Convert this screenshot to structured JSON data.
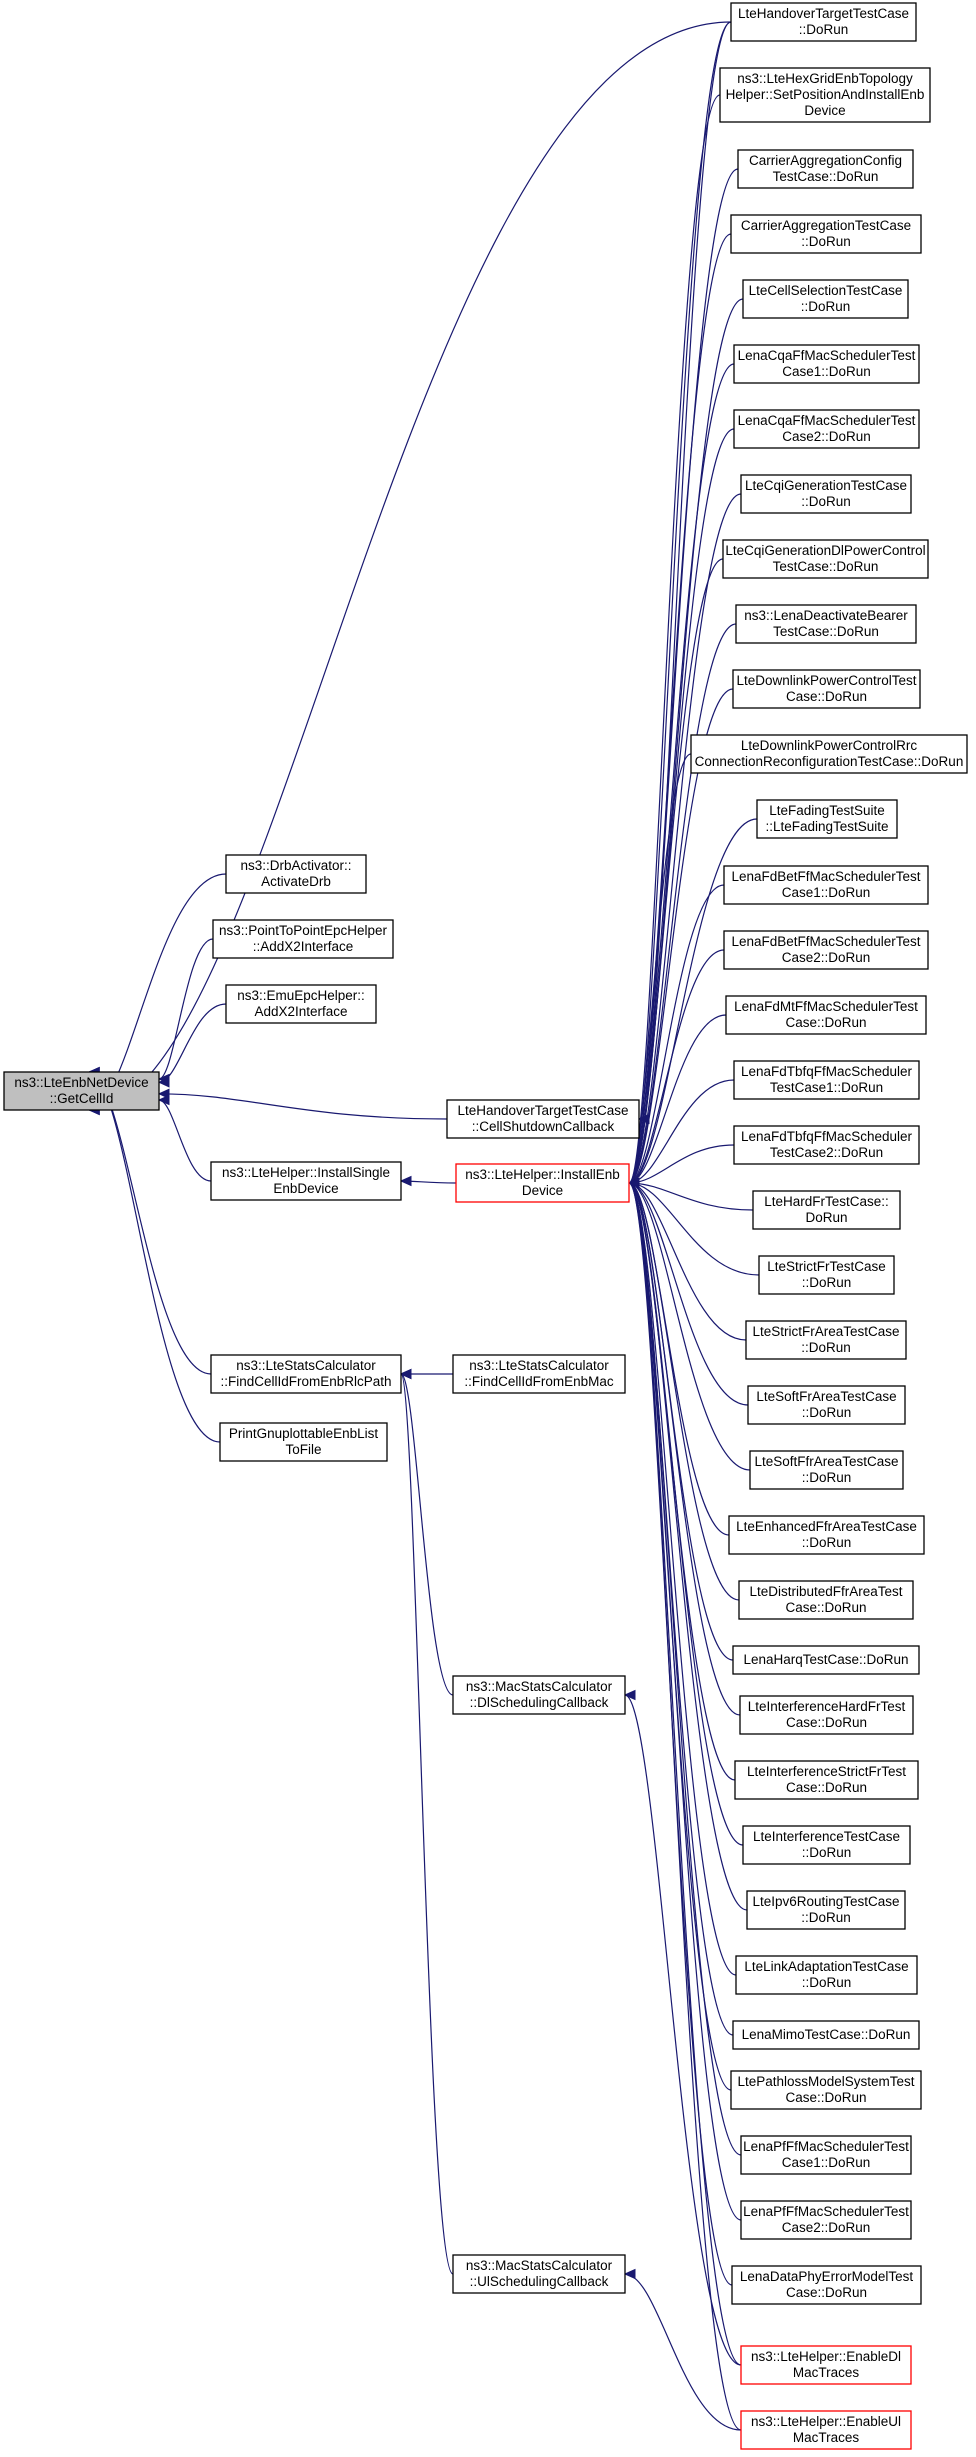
{
  "root": {
    "id": "getcellid",
    "lines": [
      "ns3::LteEnbNetDevice",
      "::GetCellId"
    ],
    "style": "root"
  },
  "nodes": [
    {
      "id": "drbactivator",
      "lines": [
        "ns3::DrbActivator::",
        "ActivateDrb"
      ],
      "style": "normal"
    },
    {
      "id": "p2p",
      "lines": [
        "ns3::PointToPointEpcHelper",
        "::AddX2Interface"
      ],
      "style": "normal"
    },
    {
      "id": "emu",
      "lines": [
        "ns3::EmuEpcHelper::",
        "AddX2Interface"
      ],
      "style": "normal"
    },
    {
      "id": "installsingle",
      "lines": [
        "ns3::LteHelper::InstallSingle",
        "EnbDevice"
      ],
      "style": "normal"
    },
    {
      "id": "findrlc",
      "lines": [
        "ns3::LteStatsCalculator",
        "::FindCellIdFromEnbRlcPath"
      ],
      "style": "normal"
    },
    {
      "id": "printgnu",
      "lines": [
        "PrintGnuplottableEnbList",
        "ToFile"
      ],
      "style": "normal"
    },
    {
      "id": "handovercb",
      "lines": [
        "LteHandoverTargetTestCase",
        "::CellShutdownCallback"
      ],
      "style": "normal"
    },
    {
      "id": "installenb",
      "lines": [
        "ns3::LteHelper::InstallEnb",
        "Device"
      ],
      "style": "red"
    },
    {
      "id": "findmac",
      "lines": [
        "ns3::LteStatsCalculator",
        "::FindCellIdFromEnbMac"
      ],
      "style": "normal"
    },
    {
      "id": "dlsched",
      "lines": [
        "ns3::MacStatsCalculator",
        "::DlSchedulingCallback"
      ],
      "style": "normal"
    },
    {
      "id": "ulsched",
      "lines": [
        "ns3::MacStatsCalculator",
        "::UlSchedulingCallback"
      ],
      "style": "normal"
    },
    {
      "id": "c1",
      "lines": [
        "LteHandoverTargetTestCase",
        "::DoRun"
      ],
      "style": "normal"
    },
    {
      "id": "c2",
      "lines": [
        "ns3::LteHexGridEnbTopology",
        "Helper::SetPositionAndInstallEnb",
        "Device"
      ],
      "style": "normal"
    },
    {
      "id": "c3",
      "lines": [
        "CarrierAggregationConfig",
        "TestCase::DoRun"
      ],
      "style": "normal"
    },
    {
      "id": "c4",
      "lines": [
        "CarrierAggregationTestCase",
        "::DoRun"
      ],
      "style": "normal"
    },
    {
      "id": "c5",
      "lines": [
        "LteCellSelectionTestCase",
        "::DoRun"
      ],
      "style": "normal"
    },
    {
      "id": "c6",
      "lines": [
        "LenaCqaFfMacSchedulerTest",
        "Case1::DoRun"
      ],
      "style": "normal"
    },
    {
      "id": "c7",
      "lines": [
        "LenaCqaFfMacSchedulerTest",
        "Case2::DoRun"
      ],
      "style": "normal"
    },
    {
      "id": "c8",
      "lines": [
        "LteCqiGenerationTestCase",
        "::DoRun"
      ],
      "style": "normal"
    },
    {
      "id": "c9",
      "lines": [
        "LteCqiGenerationDlPowerControl",
        "TestCase::DoRun"
      ],
      "style": "normal"
    },
    {
      "id": "c10",
      "lines": [
        "ns3::LenaDeactivateBearer",
        "TestCase::DoRun"
      ],
      "style": "normal"
    },
    {
      "id": "c11",
      "lines": [
        "LteDownlinkPowerControlTest",
        "Case::DoRun"
      ],
      "style": "normal"
    },
    {
      "id": "c12",
      "lines": [
        "LteDownlinkPowerControlRrc",
        "ConnectionReconfigurationTestCase::DoRun"
      ],
      "style": "normal"
    },
    {
      "id": "c13",
      "lines": [
        "LteFadingTestSuite",
        "::LteFadingTestSuite"
      ],
      "style": "normal"
    },
    {
      "id": "c14",
      "lines": [
        "LenaFdBetFfMacSchedulerTest",
        "Case1::DoRun"
      ],
      "style": "normal"
    },
    {
      "id": "c15",
      "lines": [
        "LenaFdBetFfMacSchedulerTest",
        "Case2::DoRun"
      ],
      "style": "normal"
    },
    {
      "id": "c16",
      "lines": [
        "LenaFdMtFfMacSchedulerTest",
        "Case::DoRun"
      ],
      "style": "normal"
    },
    {
      "id": "c17",
      "lines": [
        "LenaFdTbfqFfMacScheduler",
        "TestCase1::DoRun"
      ],
      "style": "normal"
    },
    {
      "id": "c18",
      "lines": [
        "LenaFdTbfqFfMacScheduler",
        "TestCase2::DoRun"
      ],
      "style": "normal"
    },
    {
      "id": "c19",
      "lines": [
        "LteHardFrTestCase::",
        "DoRun"
      ],
      "style": "normal"
    },
    {
      "id": "c20",
      "lines": [
        "LteStrictFrTestCase",
        "::DoRun"
      ],
      "style": "normal"
    },
    {
      "id": "c21",
      "lines": [
        "LteStrictFrAreaTestCase",
        "::DoRun"
      ],
      "style": "normal"
    },
    {
      "id": "c22",
      "lines": [
        "LteSoftFrAreaTestCase",
        "::DoRun"
      ],
      "style": "normal"
    },
    {
      "id": "c23",
      "lines": [
        "LteSoftFfrAreaTestCase",
        "::DoRun"
      ],
      "style": "normal"
    },
    {
      "id": "c24",
      "lines": [
        "LteEnhancedFfrAreaTestCase",
        "::DoRun"
      ],
      "style": "normal"
    },
    {
      "id": "c25",
      "lines": [
        "LteDistributedFfrAreaTest",
        "Case::DoRun"
      ],
      "style": "normal"
    },
    {
      "id": "c26",
      "lines": [
        "LenaHarqTestCase::DoRun"
      ],
      "style": "normal"
    },
    {
      "id": "c27",
      "lines": [
        "LteInterferenceHardFrTest",
        "Case::DoRun"
      ],
      "style": "normal"
    },
    {
      "id": "c28",
      "lines": [
        "LteInterferenceStrictFrTest",
        "Case::DoRun"
      ],
      "style": "normal"
    },
    {
      "id": "c29",
      "lines": [
        "LteInterferenceTestCase",
        "::DoRun"
      ],
      "style": "normal"
    },
    {
      "id": "c30",
      "lines": [
        "LteIpv6RoutingTestCase",
        "::DoRun"
      ],
      "style": "normal"
    },
    {
      "id": "c31",
      "lines": [
        "LteLinkAdaptationTestCase",
        "::DoRun"
      ],
      "style": "normal"
    },
    {
      "id": "c32",
      "lines": [
        "LenaMimoTestCase::DoRun"
      ],
      "style": "normal"
    },
    {
      "id": "c33",
      "lines": [
        "LtePathlossModelSystemTest",
        "Case::DoRun"
      ],
      "style": "normal"
    },
    {
      "id": "c34",
      "lines": [
        "LenaPfFfMacSchedulerTest",
        "Case1::DoRun"
      ],
      "style": "normal"
    },
    {
      "id": "c35",
      "lines": [
        "LenaPfFfMacSchedulerTest",
        "Case2::DoRun"
      ],
      "style": "normal"
    },
    {
      "id": "c36",
      "lines": [
        "LenaDataPhyErrorModelTest",
        "Case::DoRun"
      ],
      "style": "normal"
    },
    {
      "id": "c37",
      "lines": [
        "ns3::LteHelper::EnableDl",
        "MacTraces"
      ],
      "style": "red"
    },
    {
      "id": "c38",
      "lines": [
        "ns3::LteHelper::EnableUl",
        "MacTraces"
      ],
      "style": "red"
    }
  ],
  "edges": [
    {
      "from": "drbactivator",
      "to": "getcellid"
    },
    {
      "from": "p2p",
      "to": "getcellid"
    },
    {
      "from": "emu",
      "to": "getcellid"
    },
    {
      "from": "installsingle",
      "to": "getcellid"
    },
    {
      "from": "findrlc",
      "to": "getcellid"
    },
    {
      "from": "printgnu",
      "to": "getcellid"
    },
    {
      "from": "handovercb",
      "to": "getcellid"
    },
    {
      "from": "c1",
      "to": "getcellid"
    },
    {
      "from": "installenb",
      "to": "installsingle"
    },
    {
      "from": "findmac",
      "to": "findrlc"
    },
    {
      "from": "dlsched",
      "to": "findrlc"
    },
    {
      "from": "ulsched",
      "to": "findrlc"
    },
    {
      "from": "c1",
      "to": "handovercb"
    },
    {
      "from": "c37",
      "to": "dlsched"
    },
    {
      "from": "c38",
      "to": "ulsched"
    },
    {
      "from": "c1",
      "to": "installenb"
    },
    {
      "from": "c2",
      "to": "installenb"
    },
    {
      "from": "c3",
      "to": "installenb"
    },
    {
      "from": "c4",
      "to": "installenb"
    },
    {
      "from": "c5",
      "to": "installenb"
    },
    {
      "from": "c6",
      "to": "installenb"
    },
    {
      "from": "c7",
      "to": "installenb"
    },
    {
      "from": "c8",
      "to": "installenb"
    },
    {
      "from": "c9",
      "to": "installenb"
    },
    {
      "from": "c10",
      "to": "installenb"
    },
    {
      "from": "c11",
      "to": "installenb"
    },
    {
      "from": "c12",
      "to": "installenb"
    },
    {
      "from": "c13",
      "to": "installenb"
    },
    {
      "from": "c14",
      "to": "installenb"
    },
    {
      "from": "c15",
      "to": "installenb"
    },
    {
      "from": "c16",
      "to": "installenb"
    },
    {
      "from": "c17",
      "to": "installenb"
    },
    {
      "from": "c18",
      "to": "installenb"
    },
    {
      "from": "c19",
      "to": "installenb"
    },
    {
      "from": "c20",
      "to": "installenb"
    },
    {
      "from": "c21",
      "to": "installenb"
    },
    {
      "from": "c22",
      "to": "installenb"
    },
    {
      "from": "c23",
      "to": "installenb"
    },
    {
      "from": "c24",
      "to": "installenb"
    },
    {
      "from": "c25",
      "to": "installenb"
    },
    {
      "from": "c26",
      "to": "installenb"
    },
    {
      "from": "c27",
      "to": "installenb"
    },
    {
      "from": "c28",
      "to": "installenb"
    },
    {
      "from": "c29",
      "to": "installenb"
    },
    {
      "from": "c30",
      "to": "installenb"
    },
    {
      "from": "c31",
      "to": "installenb"
    },
    {
      "from": "c32",
      "to": "installenb"
    },
    {
      "from": "c33",
      "to": "installenb"
    },
    {
      "from": "c34",
      "to": "installenb"
    },
    {
      "from": "c35",
      "to": "installenb"
    },
    {
      "from": "c36",
      "to": "installenb"
    },
    {
      "from": "c37",
      "to": "installenb"
    },
    {
      "from": "c38",
      "to": "installenb"
    }
  ]
}
